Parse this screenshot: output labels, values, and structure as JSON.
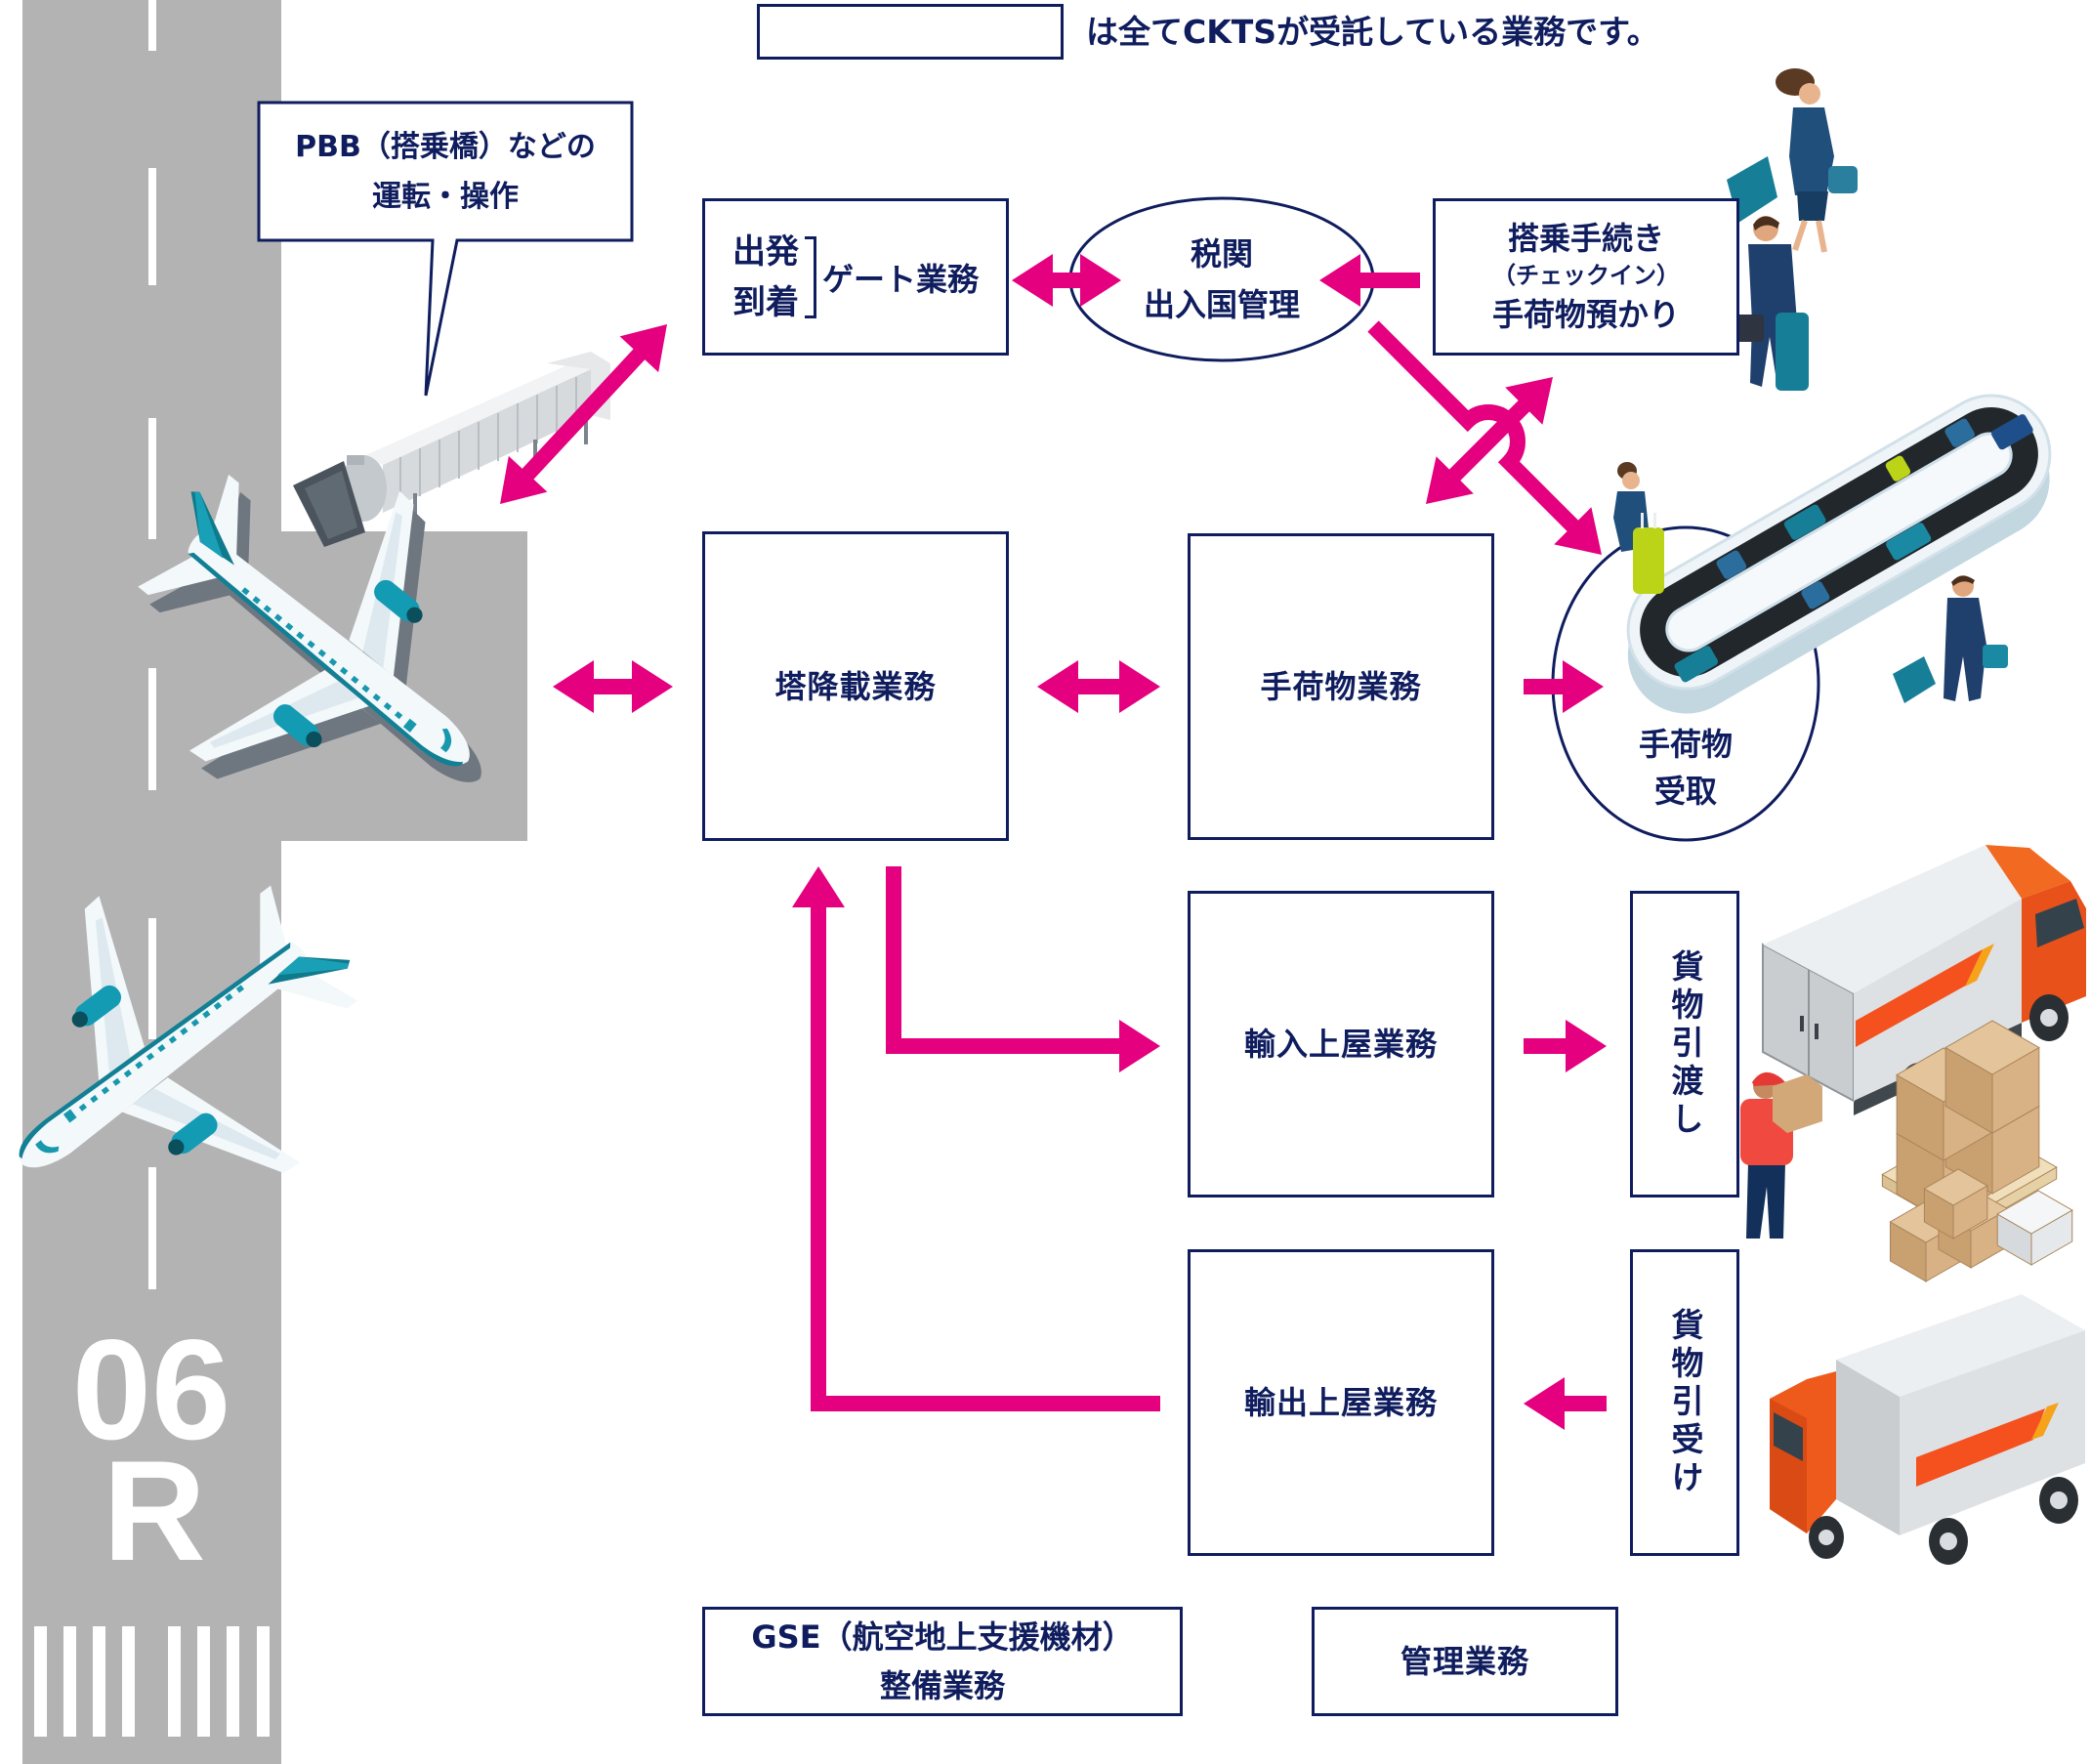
{
  "legend": {
    "description": "は全てCKTSが受託している業務です。"
  },
  "runway": {
    "designator_number": "06",
    "designator_side": "R"
  },
  "pbb_callout": {
    "line1": "PBB（搭乗橋）などの",
    "line2": "運転・操作"
  },
  "gate": {
    "departure": "出発",
    "arrival": "到着",
    "label": "ゲート業務"
  },
  "customs": {
    "line1": "税関",
    "line2": "出入国管理"
  },
  "checkin": {
    "line1": "搭乗手続き",
    "line2": "（チェックイン）",
    "line3": "手荷物預かり"
  },
  "ramp": {
    "label": "塔降載業務"
  },
  "baggage": {
    "label": "手荷物業務"
  },
  "baggage_claim": {
    "line1": "手荷物",
    "line2": "受取"
  },
  "import_warehouse": {
    "label": "輸入上屋業務"
  },
  "export_warehouse": {
    "label": "輸出上屋業務"
  },
  "cargo_delivery": {
    "label": "貨物引渡し"
  },
  "cargo_acceptance": {
    "label": "貨物引受け"
  },
  "gse": {
    "line1": "GSE（航空地上支援機材）",
    "line2": "整備業務"
  },
  "management": {
    "label": "管理業務"
  },
  "colors": {
    "navy": "#0f1d5e",
    "arrow": "#e4007f",
    "runway": "#b3b3b3",
    "truck_cab": "#ee5a1c",
    "accent_teal": "#167e96"
  }
}
